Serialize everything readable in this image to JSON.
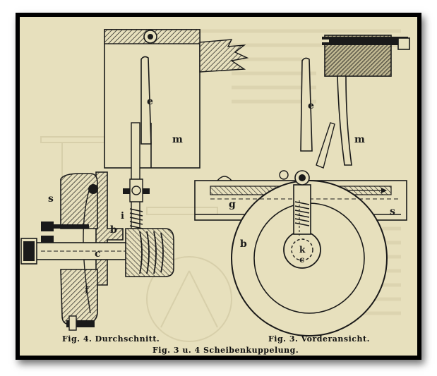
{
  "labels": {
    "left": {
      "s": "s",
      "b": "b",
      "i": "i",
      "c": "c",
      "f": "f"
    },
    "upper": {
      "e": "e",
      "m": "m"
    },
    "right": {
      "e": "e",
      "m": "m",
      "g": "g",
      "s": "s",
      "b": "b",
      "k": "k",
      "c": "c"
    }
  },
  "captions": {
    "fig4": "Fig. 4. Durchschnitt.",
    "fig3": "Fig. 3. Vorderansicht.",
    "main": "Fig. 3 u. 4  Scheibenkuppelung."
  },
  "colors": {
    "paper": "#e7e0bd",
    "ink": "#1a1a1a",
    "frame": "#000000",
    "bleed": "#cfc6a0"
  }
}
